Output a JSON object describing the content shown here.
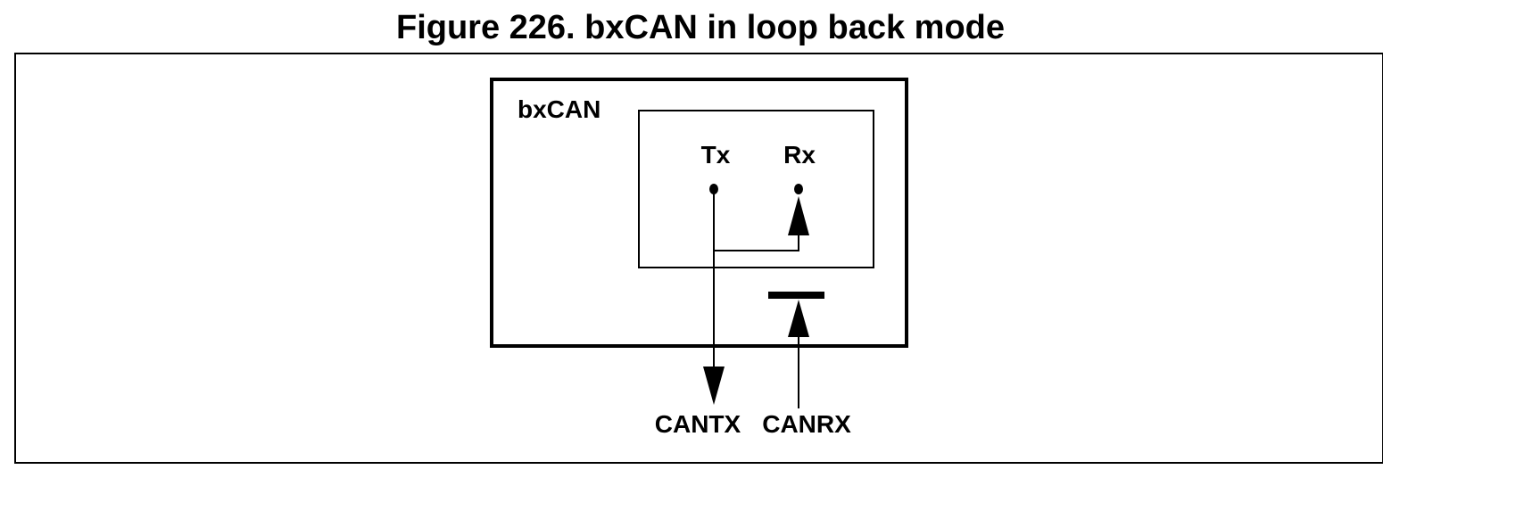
{
  "figure": {
    "title": "Figure 226. bxCAN in loop back mode"
  },
  "diagram": {
    "outer_block_label": "bxCAN",
    "tx_label": "Tx",
    "rx_label": "Rx",
    "cantx_label": "CANTX",
    "canrx_label": "CANRX"
  }
}
